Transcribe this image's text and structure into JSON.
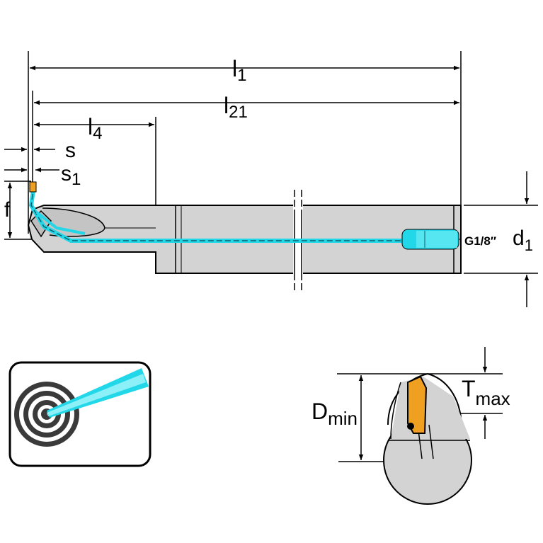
{
  "labels": {
    "l1_main": "l",
    "l1_sub": "1",
    "l21_main": "l",
    "l21_sub": "21",
    "l4_main": "l",
    "l4_sub": "4",
    "s": "s",
    "s1_main": "s",
    "s1_sub": "1",
    "f": "f",
    "coolant_thread": "G1/8″",
    "d1_main": "d",
    "d1_sub": "1",
    "dmin_main": "D",
    "dmin_sub": "min",
    "tmax_main": "T",
    "tmax_sub": "max"
  },
  "colors": {
    "body": "#d3d3d3",
    "coolant": "#22d8e8",
    "insert": "#f0a020",
    "line": "#000000"
  },
  "icons": {
    "coolant_icon": "coolant-through-target-icon",
    "bore_view": "boring-bar-in-bore-end-view"
  }
}
